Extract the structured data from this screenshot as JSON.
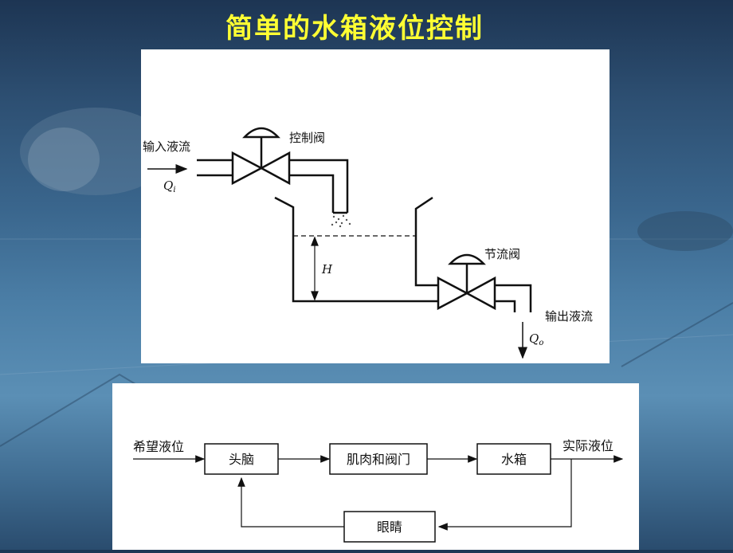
{
  "slide": {
    "title": "简单的水箱液位控制"
  },
  "tank_diagram": {
    "input_flow_label": "输入液流",
    "input_flow_symbol": "Q",
    "input_flow_subscript": "i",
    "control_valve_label": "控制阀",
    "level_symbol": "H",
    "throttle_valve_label": "节流阀",
    "output_flow_label": "输出液流",
    "output_flow_symbol": "Q",
    "output_flow_subscript": "o"
  },
  "block_diagram": {
    "input_label": "希望液位",
    "output_label": "实际液位",
    "blocks": {
      "brain": "头脑",
      "muscle_valve": "肌肉和阀门",
      "tank": "水箱",
      "eyes": "眼睛"
    }
  }
}
